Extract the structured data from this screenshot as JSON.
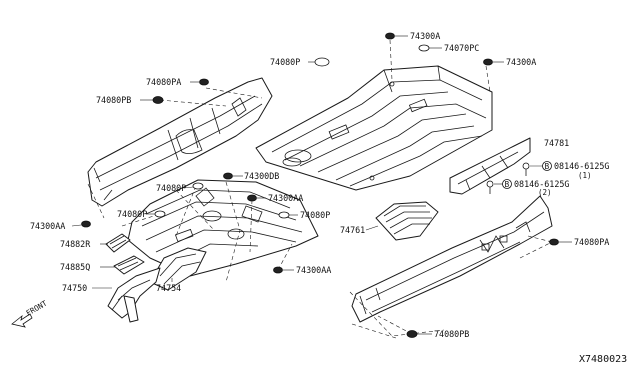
{
  "diagram": {
    "reference_code": "X7480023",
    "front_label": "FRONT",
    "bolt_symbol": "B",
    "callouts": {
      "p74300A_top": "74300A",
      "p74070PC": "74070PC",
      "p74300A_right": "74300A",
      "p74080P_top": "74080P",
      "p74080PA_left": "74080PA",
      "p74080PB_left": "74080PB",
      "p74781": "74781",
      "bolt1": "08146-6125G",
      "bolt1_qty": "(1)",
      "bolt2": "08146-6125G",
      "bolt2_qty": "(2)",
      "p74080P_mid": "74080P",
      "p74300DB": "74300DB",
      "p74300AA_mid": "74300AA",
      "p74080P_left": "74080P",
      "p74080P_center": "74080P",
      "p74300AA_left": "74300AA",
      "p74882R": "74882R",
      "p74885Q": "74885Q",
      "p74750": "74750",
      "p74754": "74754",
      "p74300AA_bottom": "74300AA",
      "p74761": "74761",
      "p74080PA_right": "74080PA",
      "p74080PB_bottom": "74080PB"
    }
  }
}
